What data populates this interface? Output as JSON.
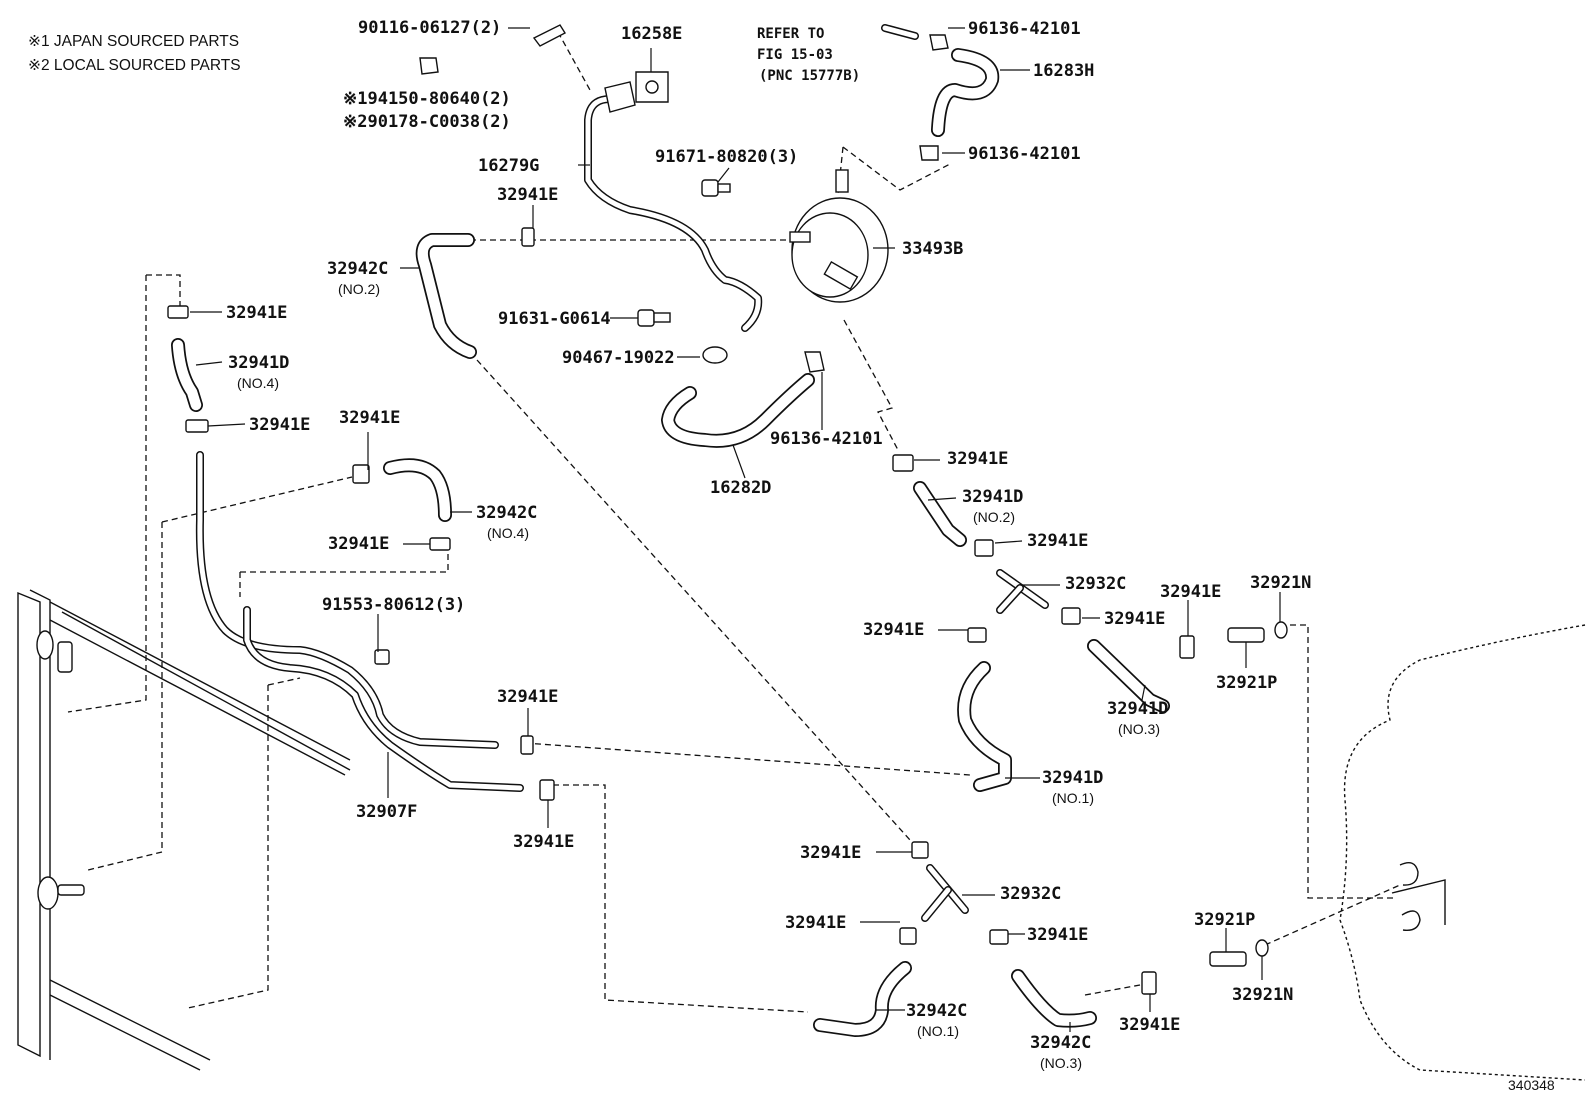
{
  "notes": {
    "japan": "※1 JAPAN SOURCED PARTS",
    "local": "※2 LOCAL SOURCED PARTS"
  },
  "reference": {
    "line1": "REFER TO",
    "line2": "FIG 15-03",
    "line3": "(PNC 15777B)"
  },
  "diagram_id": "340348",
  "labels": [
    {
      "id": "bolt-90116",
      "text": "90116-06127(2)"
    },
    {
      "id": "nut-194150",
      "text": "※194150-80640(2)"
    },
    {
      "id": "nut-290178",
      "text": "※290178-C0038(2)"
    },
    {
      "id": "gasket-16258e",
      "text": "16258E"
    },
    {
      "id": "pipe-16279g",
      "text": "16279G"
    },
    {
      "id": "clamp-96136-top",
      "text": "96136-42101"
    },
    {
      "id": "hose-16283h",
      "text": "16283H"
    },
    {
      "id": "clamp-96136-mid",
      "text": "96136-42101"
    },
    {
      "id": "bolt-91671",
      "text": "91671-80820(3)"
    },
    {
      "id": "clip-32941e-a",
      "text": "32941E"
    },
    {
      "id": "hose-32942c-no2",
      "text": "32942C"
    },
    {
      "id": "cooler-33493b",
      "text": "33493B"
    },
    {
      "id": "bolt-91631",
      "text": "91631-G0614"
    },
    {
      "id": "clamp-90467",
      "text": "90467-19022"
    },
    {
      "id": "clamp-96136-low",
      "text": "96136-42101"
    },
    {
      "id": "hose-16282d",
      "text": "16282D"
    },
    {
      "id": "clip-32941e-b",
      "text": "32941E"
    },
    {
      "id": "hose-32941d-no4",
      "text": "32941D"
    },
    {
      "id": "clip-32941e-c",
      "text": "32941E"
    },
    {
      "id": "clip-32941e-d",
      "text": "32941E"
    },
    {
      "id": "hose-32942c-no4",
      "text": "32942C"
    },
    {
      "id": "clip-32941e-e",
      "text": "32941E"
    },
    {
      "id": "bolt-91553",
      "text": "91553-80612(3)"
    },
    {
      "id": "clip-32941e-f",
      "text": "32941E"
    },
    {
      "id": "hose-32941d-no2",
      "text": "32941D"
    },
    {
      "id": "clip-32941e-g",
      "text": "32941E"
    },
    {
      "id": "union-32932c-a",
      "text": "32932C"
    },
    {
      "id": "clip-32941e-h",
      "text": "32941E"
    },
    {
      "id": "clip-32941e-i",
      "text": "32941E"
    },
    {
      "id": "clip-32941e-j",
      "text": "32941E"
    },
    {
      "id": "oring-32921n-a",
      "text": "32921N"
    },
    {
      "id": "union-32921p-a",
      "text": "32921P"
    },
    {
      "id": "hose-32941d-no3",
      "text": "32941D"
    },
    {
      "id": "clip-32941e-k",
      "text": "32941E"
    },
    {
      "id": "hose-32941d-no1",
      "text": "32941D"
    },
    {
      "id": "pipe-32907f",
      "text": "32907F"
    },
    {
      "id": "clip-32941e-l",
      "text": "32941E"
    },
    {
      "id": "clip-32941e-m",
      "text": "32941E"
    },
    {
      "id": "union-32932c-b",
      "text": "32932C"
    },
    {
      "id": "clip-32941e-n",
      "text": "32941E"
    },
    {
      "id": "clip-32941e-o",
      "text": "32941E"
    },
    {
      "id": "union-32921p-b",
      "text": "32921P"
    },
    {
      "id": "oring-32921n-b",
      "text": "32921N"
    },
    {
      "id": "hose-32942c-no1",
      "text": "32942C"
    },
    {
      "id": "clip-32941e-p",
      "text": "32941E"
    },
    {
      "id": "hose-32942c-no3",
      "text": "32942C"
    }
  ],
  "sublabels": {
    "no1": "(NO.1)",
    "no2": "(NO.2)",
    "no3": "(NO.3)",
    "no4": "(NO.4)"
  }
}
